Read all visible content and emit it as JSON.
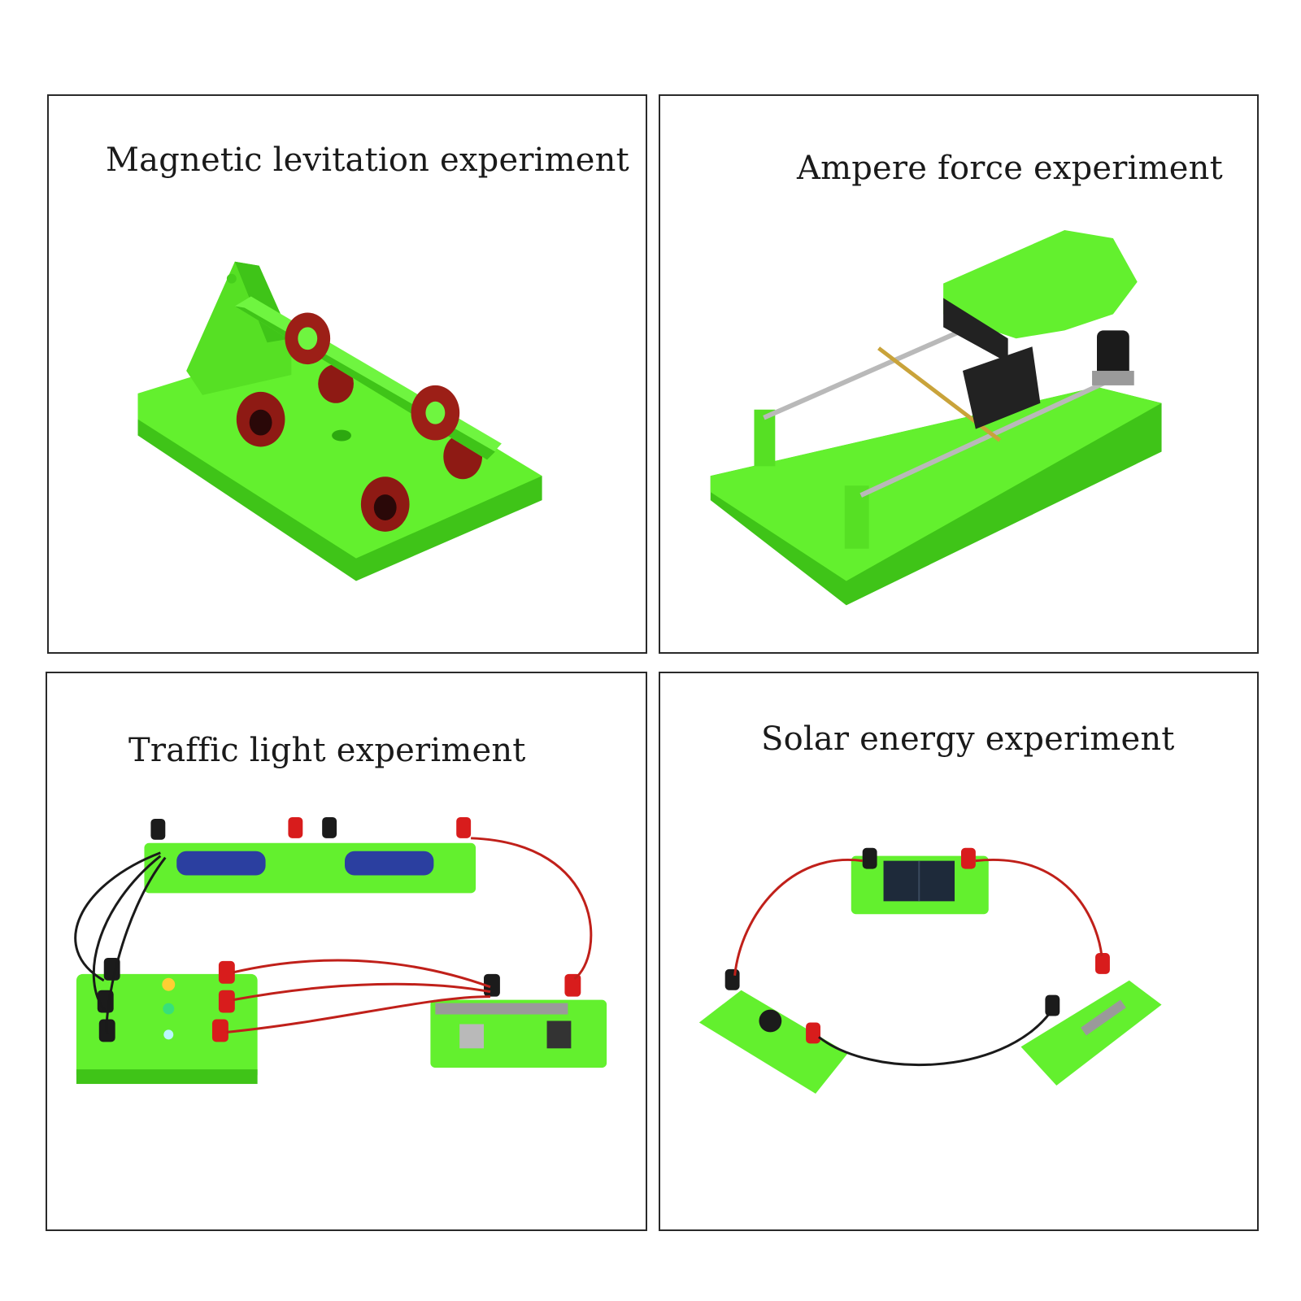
{
  "panels": [
    {
      "title": "Magnetic levitation experiment"
    },
    {
      "title": "Ampere force experiment"
    },
    {
      "title": "Traffic light experiment"
    },
    {
      "title": "Solar energy experiment"
    }
  ],
  "colors": {
    "plastic_green": "#63f02e",
    "plastic_shade": "#3fc418",
    "magnet_red": "#8e1a14",
    "terminal_red": "#d81c1c",
    "terminal_black": "#1b1b1b",
    "wire_red": "#c0201a",
    "wire_black": "#1a1a1a",
    "border": "#2a2a2a"
  }
}
